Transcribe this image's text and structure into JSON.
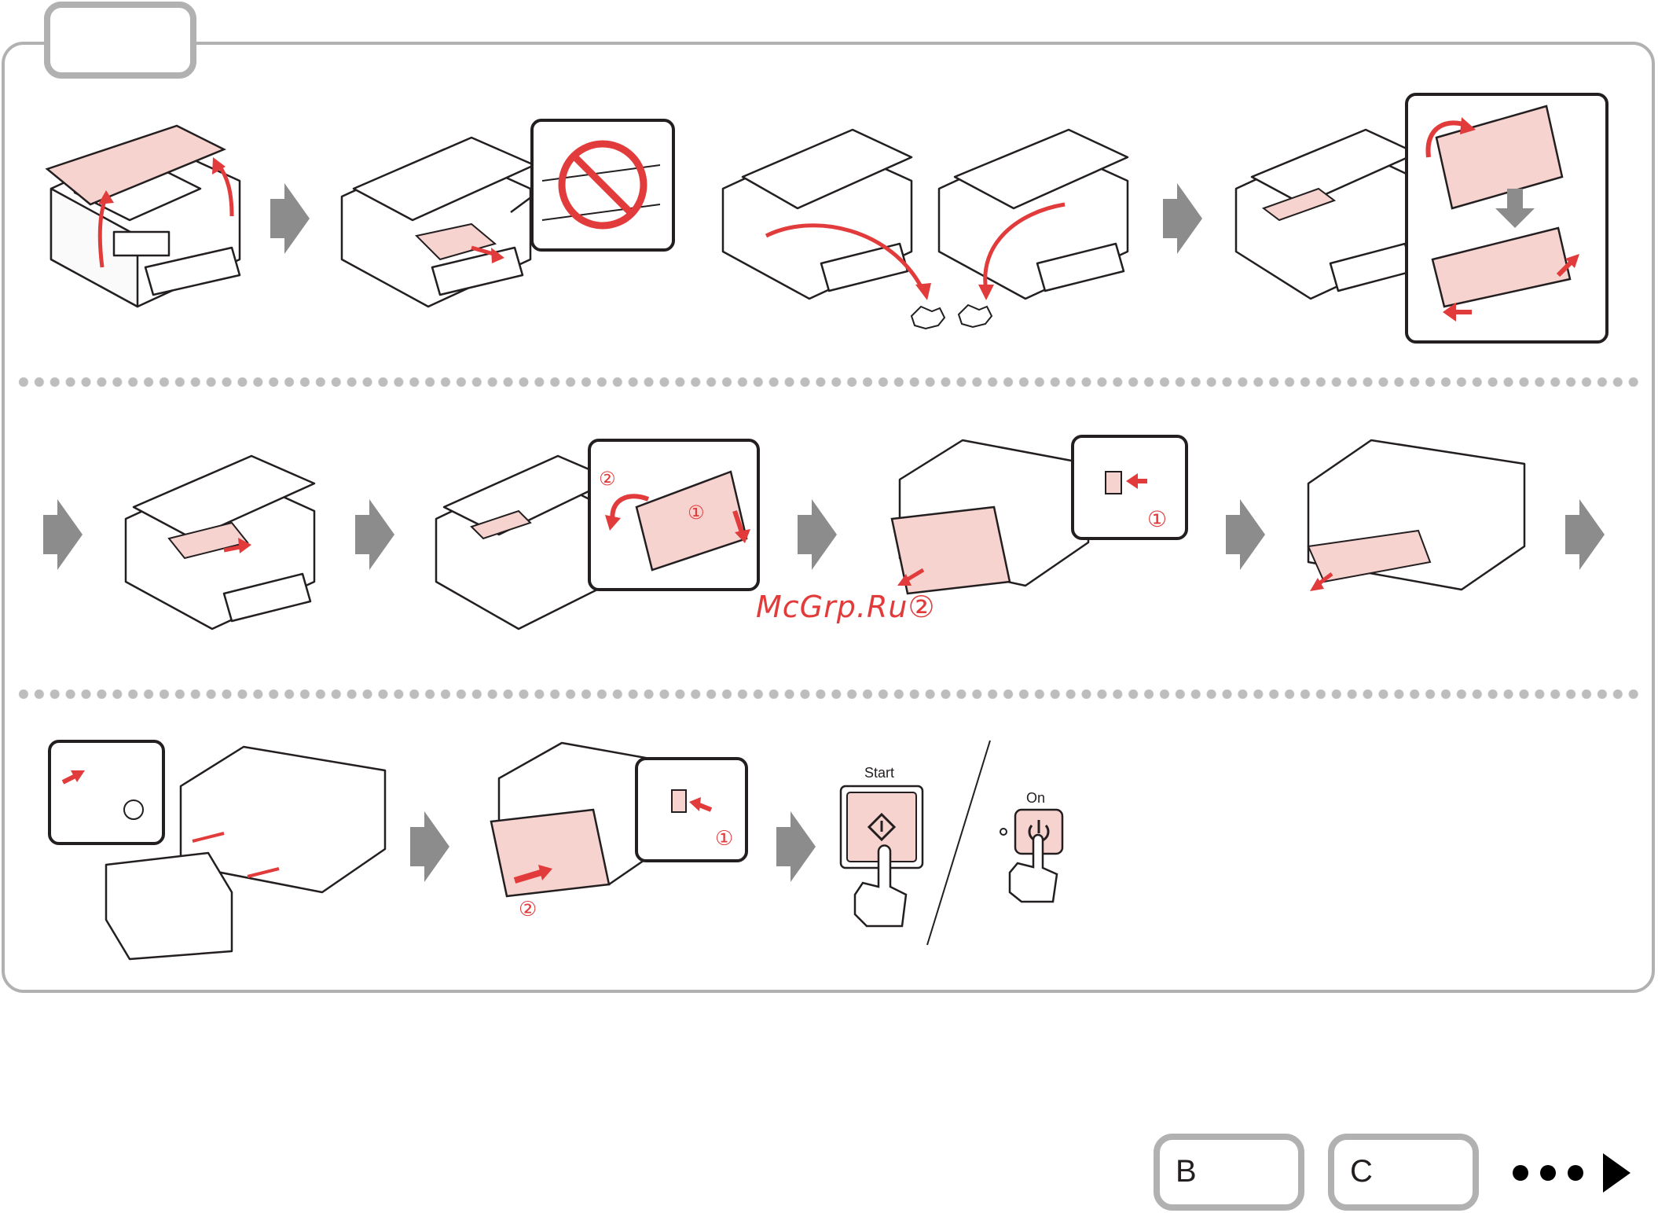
{
  "page": {
    "header_tab_label": "",
    "watermark": "McGrp.Ru"
  },
  "step_marks": {
    "one": "①",
    "two": "②"
  },
  "buttons": {
    "start_label": "Start",
    "on_label": "On"
  },
  "nav": {
    "tab_b": "B",
    "tab_c": "C",
    "more_icon": "more-dots-arrow-icon"
  },
  "colors": {
    "accent_red": "#e23b3b",
    "pink_fill": "#f6d3cf",
    "arrow_gray": "#8c8c8c",
    "frame_gray": "#b1b1b1"
  }
}
